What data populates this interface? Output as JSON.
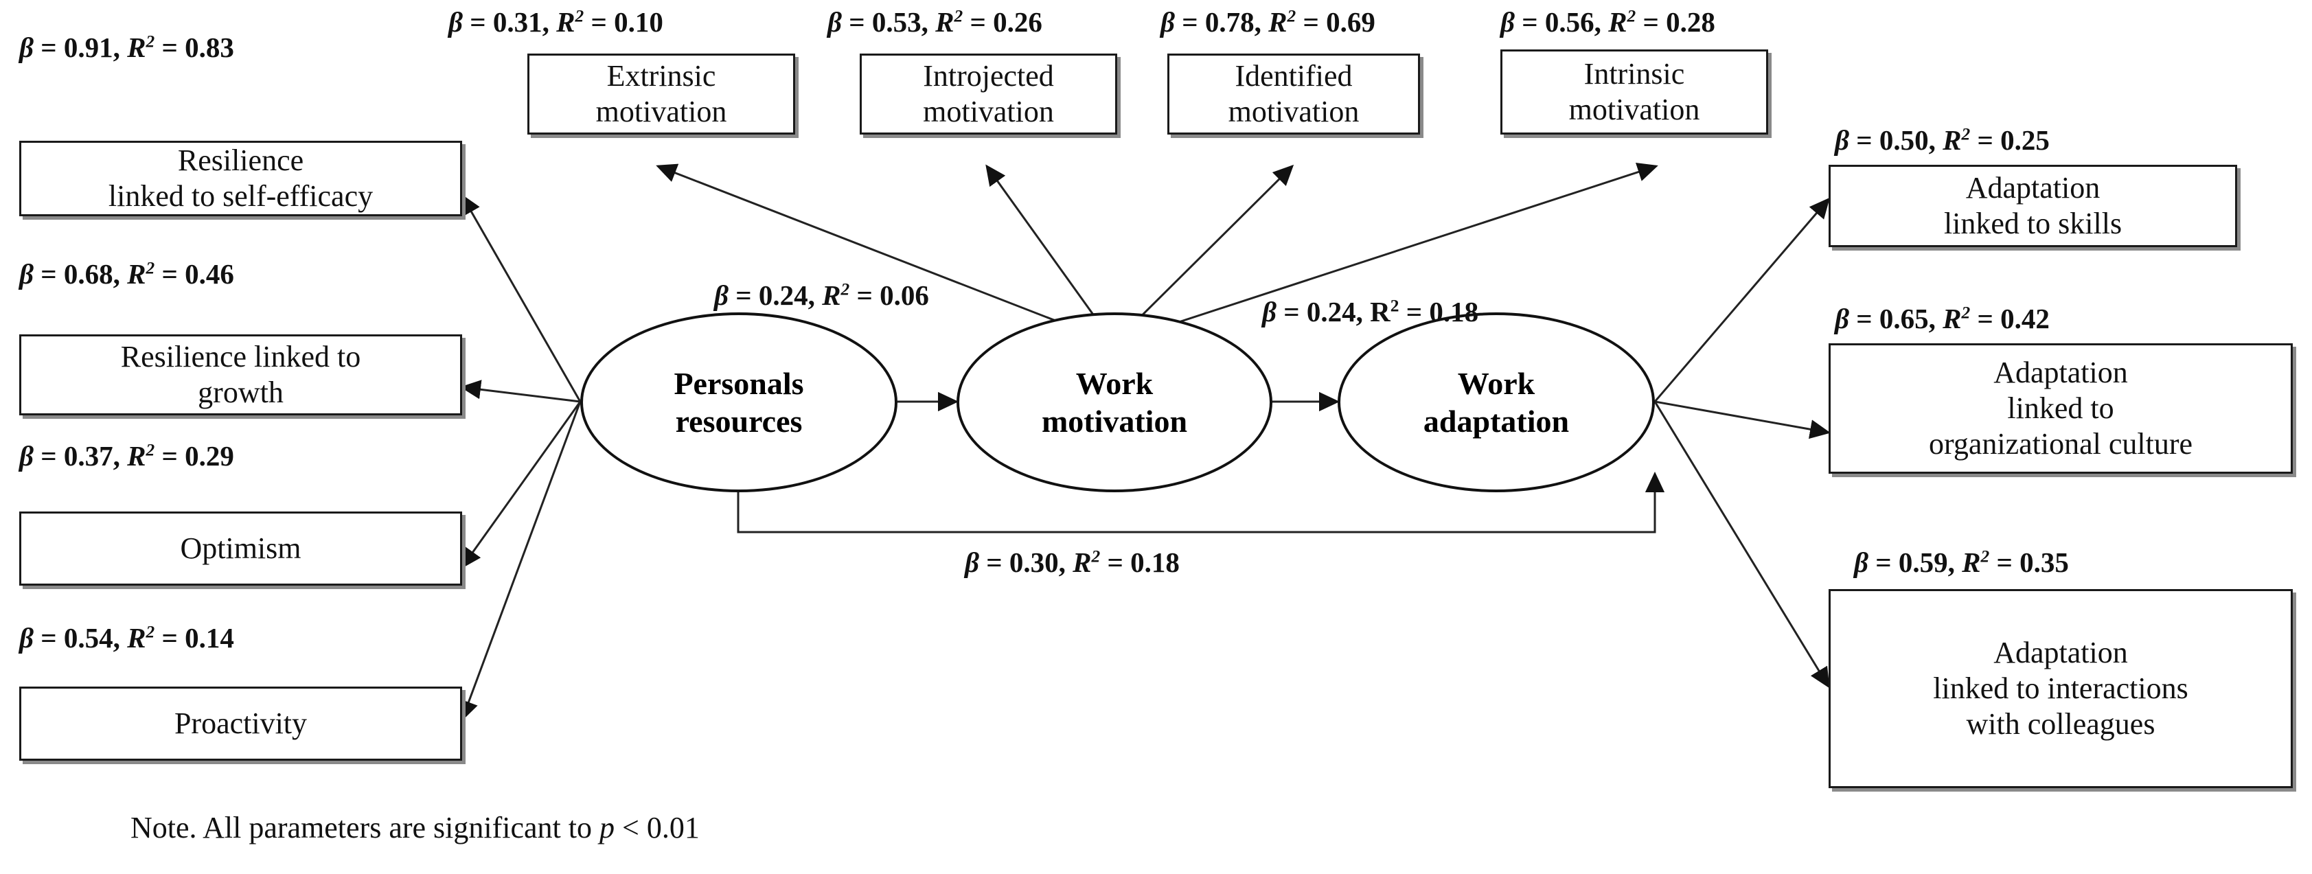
{
  "diagram": {
    "type": "structural-equation-model-path-diagram",
    "note": {
      "prefix": "Note. All parameters are significant to ",
      "symbol": "p",
      "suffix": " < 0.01"
    },
    "latent_variables": [
      {
        "id": "personal-resources",
        "label_line1": "Personals",
        "label_line2": "resources"
      },
      {
        "id": "work-motivation",
        "label_line1": "Work",
        "label_line2": "motivation"
      },
      {
        "id": "work-adaptation",
        "label_line1": "Work",
        "label_line2": "adaptation"
      }
    ],
    "left_indicators": [
      {
        "id": "resilience-self-efficacy",
        "line1": "Resilience",
        "line2": "linked to self-efficacy",
        "beta": "0.91",
        "r2": "0.83"
      },
      {
        "id": "resilience-growth",
        "line1": "Resilience linked to",
        "line2": "growth",
        "beta": "0.68",
        "r2": "0.46"
      },
      {
        "id": "optimism",
        "line1": "Optimism",
        "line2": "",
        "beta": "0.37",
        "r2": "0.29"
      },
      {
        "id": "proactivity",
        "line1": "Proactivity",
        "line2": "",
        "beta": "0.54",
        "r2": "0.14"
      }
    ],
    "top_indicators": [
      {
        "id": "extrinsic-motivation",
        "line1": "Extrinsic",
        "line2": "motivation",
        "beta": "0.31",
        "r2": "0.10"
      },
      {
        "id": "introjected-motivation",
        "line1": "Introjected",
        "line2": "motivation",
        "beta": "0.53",
        "r2": "0.26"
      },
      {
        "id": "identified-motivation",
        "line1": "Identified",
        "line2": "motivation",
        "beta": "0.78",
        "r2": "0.69"
      },
      {
        "id": "intrinsic-motivation",
        "line1": "Intrinsic",
        "line2": "motivation",
        "beta": "0.56",
        "r2": "0.28"
      }
    ],
    "right_indicators": [
      {
        "id": "adaptation-skills",
        "line1": "Adaptation",
        "line2": "linked to skills",
        "line3": "",
        "beta": "0.50",
        "r2": "0.25"
      },
      {
        "id": "adaptation-culture",
        "line1": "Adaptation",
        "line2": "linked to",
        "line3": "organizational culture",
        "beta": "0.65",
        "r2": "0.42"
      },
      {
        "id": "adaptation-interactions",
        "line1": "Adaptation",
        "line2": "linked to interactions",
        "line3": "with colleagues",
        "beta": "0.59",
        "r2": "0.35"
      }
    ],
    "structural_paths": [
      {
        "id": "pr-to-wm",
        "from": "personal-resources",
        "to": "work-motivation",
        "beta": "0.24",
        "r2": "0.06",
        "r_italic": true
      },
      {
        "id": "wm-to-wa",
        "from": "work-motivation",
        "to": "work-adaptation",
        "beta": "0.24",
        "r2": "0.18",
        "r_italic": false
      },
      {
        "id": "pr-to-wa",
        "from": "personal-resources",
        "to": "work-adaptation",
        "beta": "0.30",
        "r2": "0.18",
        "r_italic": true
      }
    ],
    "symbols": {
      "beta": "β",
      "equals": "=",
      "comma": ",",
      "R": "R",
      "sup2": "2"
    },
    "colors": {
      "box_border": "#1a1a1a",
      "box_shadow": "#8a8a8a",
      "ellipse_border": "#111111",
      "edge": "#222222",
      "text": "#111111",
      "background": "#ffffff"
    }
  }
}
